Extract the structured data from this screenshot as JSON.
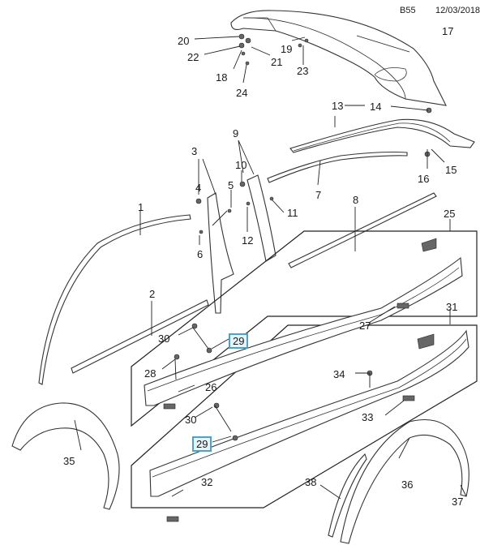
{
  "header": {
    "code": "B55",
    "date": "12/03/2018"
  },
  "highlight_color": "#4aa3c8",
  "callouts": [
    {
      "id": "1",
      "label": "1"
    },
    {
      "id": "2",
      "label": "2"
    },
    {
      "id": "3",
      "label": "3"
    },
    {
      "id": "4",
      "label": "4"
    },
    {
      "id": "5",
      "label": "5"
    },
    {
      "id": "6",
      "label": "6"
    },
    {
      "id": "7",
      "label": "7"
    },
    {
      "id": "8",
      "label": "8"
    },
    {
      "id": "9",
      "label": "9"
    },
    {
      "id": "10",
      "label": "10"
    },
    {
      "id": "11",
      "label": "11"
    },
    {
      "id": "12",
      "label": "12"
    },
    {
      "id": "13",
      "label": "13"
    },
    {
      "id": "14",
      "label": "14"
    },
    {
      "id": "15",
      "label": "15"
    },
    {
      "id": "16",
      "label": "16"
    },
    {
      "id": "17",
      "label": "17"
    },
    {
      "id": "18",
      "label": "18"
    },
    {
      "id": "19",
      "label": "19"
    },
    {
      "id": "20",
      "label": "20"
    },
    {
      "id": "21",
      "label": "21"
    },
    {
      "id": "22",
      "label": "22"
    },
    {
      "id": "23",
      "label": "23"
    },
    {
      "id": "24",
      "label": "24"
    },
    {
      "id": "25",
      "label": "25"
    },
    {
      "id": "26",
      "label": "26"
    },
    {
      "id": "27",
      "label": "27"
    },
    {
      "id": "28",
      "label": "28"
    },
    {
      "id": "29a",
      "label": "29",
      "highlighted": true
    },
    {
      "id": "29b",
      "label": "29",
      "highlighted": true
    },
    {
      "id": "30a",
      "label": "30"
    },
    {
      "id": "30b",
      "label": "30"
    },
    {
      "id": "31",
      "label": "31"
    },
    {
      "id": "32",
      "label": "32"
    },
    {
      "id": "33",
      "label": "33"
    },
    {
      "id": "34",
      "label": "34"
    },
    {
      "id": "35",
      "label": "35"
    },
    {
      "id": "36",
      "label": "36"
    },
    {
      "id": "37",
      "label": "37"
    },
    {
      "id": "38",
      "label": "38"
    }
  ]
}
